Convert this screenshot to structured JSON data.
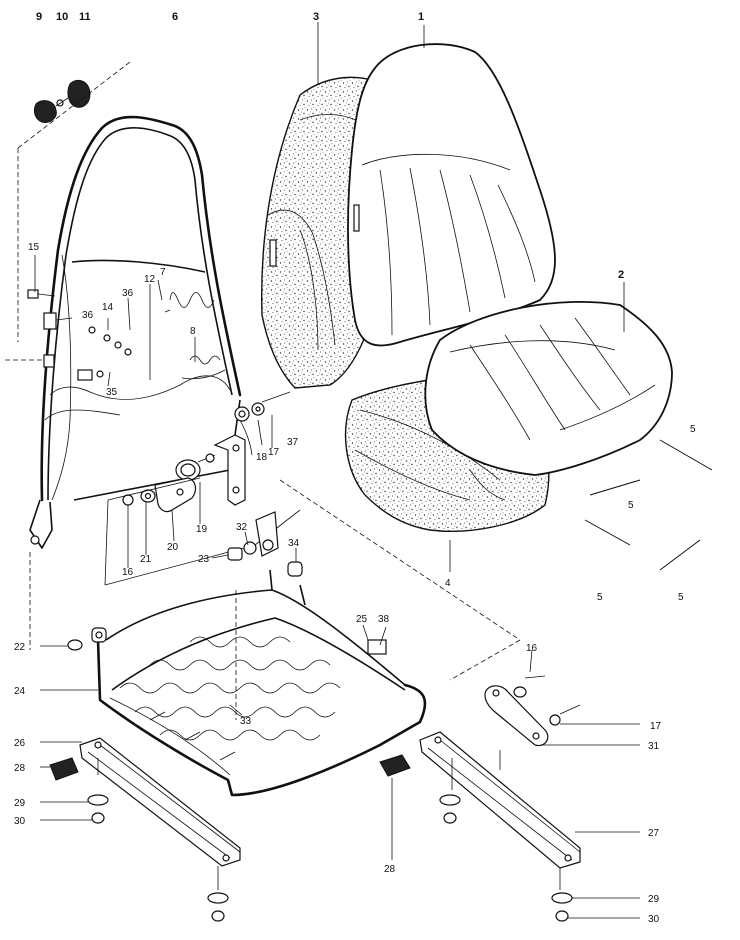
{
  "labels": {
    "n1": "1",
    "n2": "2",
    "n3": "3",
    "n4": "4",
    "n5a": "5",
    "n5b": "5",
    "n5c": "5",
    "n5d": "5",
    "n6": "6",
    "n7": "7",
    "n8": "8",
    "n9": "9",
    "n10": "10",
    "n11": "11",
    "n12": "12",
    "n14": "14",
    "n15": "15",
    "n16a": "16",
    "n16b": "16",
    "n17a": "17",
    "n17b": "17",
    "n18": "18",
    "n19": "19",
    "n20": "20",
    "n21": "21",
    "n22": "22",
    "n23": "23",
    "n24": "24",
    "n25": "25",
    "n26": "26",
    "n27": "27",
    "n28a": "28",
    "n28b": "28",
    "n29a": "29",
    "n29b": "29",
    "n30a": "30",
    "n30b": "30",
    "n31": "31",
    "n32": "32",
    "n33": "33",
    "n34": "34",
    "n35": "35",
    "n36a": "36",
    "n36b": "36",
    "n37": "37",
    "n38": "38"
  },
  "colors": {
    "ink": "#111111",
    "paper": "#ffffff"
  }
}
